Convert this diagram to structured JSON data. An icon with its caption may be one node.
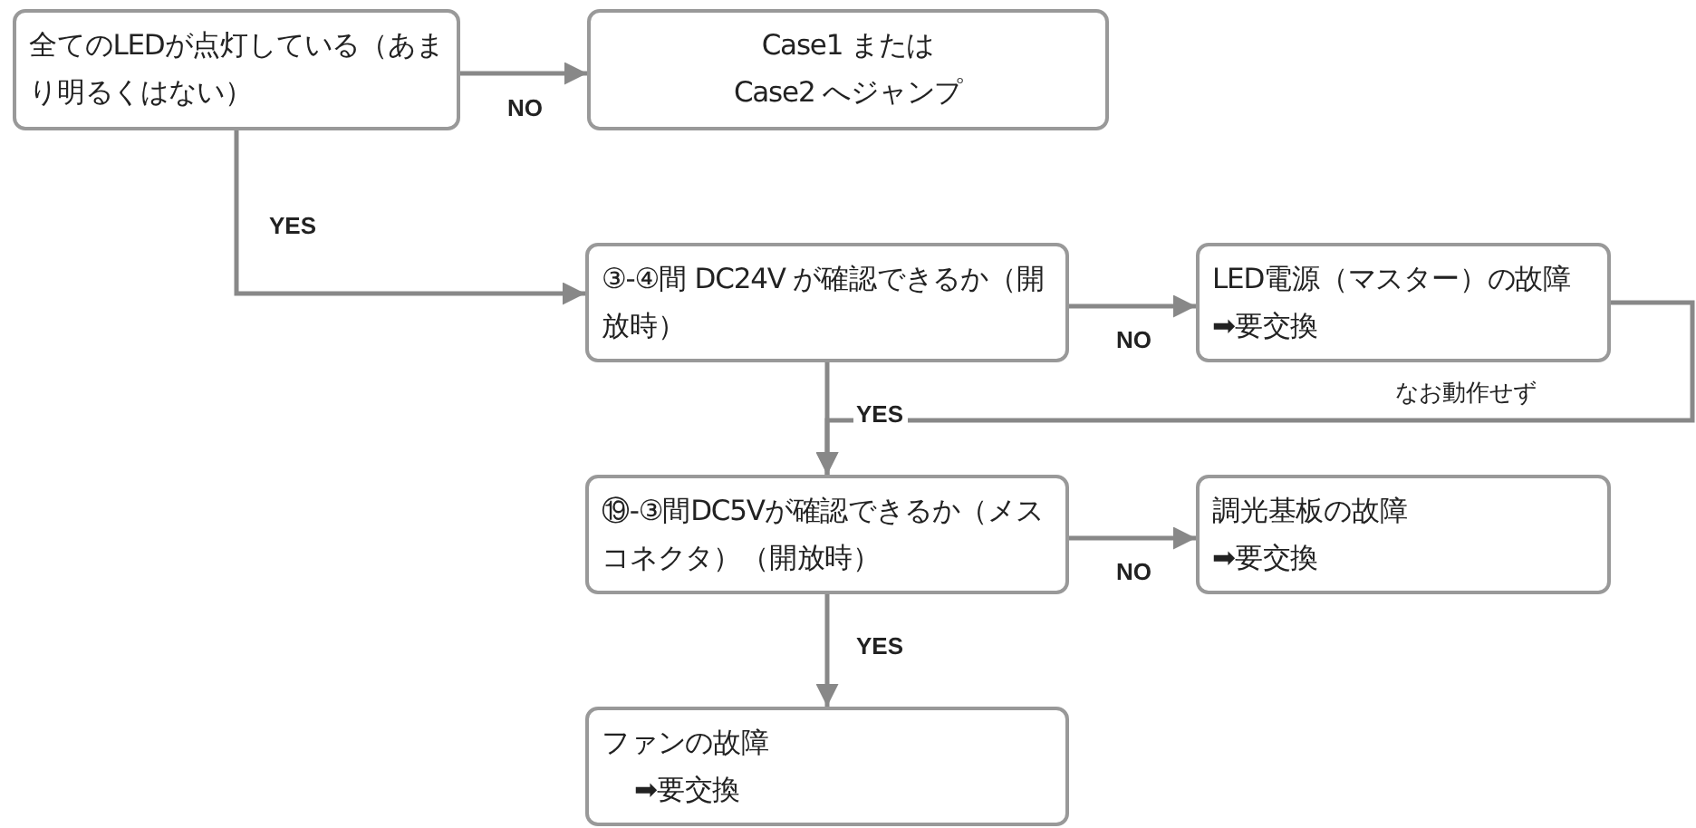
{
  "diagram": {
    "nodes": [
      {
        "text": [
          "全てのLEDが点灯している（あまり明るくはない）"
        ]
      },
      {
        "text": [
          "Case1 または Case2 へジャンプ"
        ]
      },
      {
        "text": [
          "③-④間 DC24V が確認できるか（開放時）"
        ]
      },
      {
        "text": [
          "LED電源（マスター）の故障",
          "➡要交換"
        ]
      },
      {
        "text": [
          "⑲-③間DC5Vが確認できるか（メスコネクタ）（開放時）"
        ]
      },
      {
        "text": [
          "調光基板の故障",
          "➡要交換"
        ]
      },
      {
        "text": [
          "ファンの故障",
          "➡要交換"
        ]
      }
    ],
    "edges": [
      {
        "from": 0,
        "to": 1,
        "arrow": "to",
        "label": "NO"
      },
      {
        "from": 0,
        "to": 2,
        "arrow": "to",
        "label": "YES"
      },
      {
        "from": 2,
        "to": 3,
        "arrow": "to",
        "label": "NO"
      },
      {
        "from": 2,
        "to": 4,
        "arrow": "to",
        "label": "YES"
      },
      {
        "from": 3,
        "to": 4,
        "arrow": "to",
        "label": "なお動作せず"
      },
      {
        "from": 4,
        "to": 5,
        "arrow": "to",
        "label": "NO"
      },
      {
        "from": 4,
        "to": 6,
        "arrow": "to",
        "label": "YES"
      }
    ]
  }
}
